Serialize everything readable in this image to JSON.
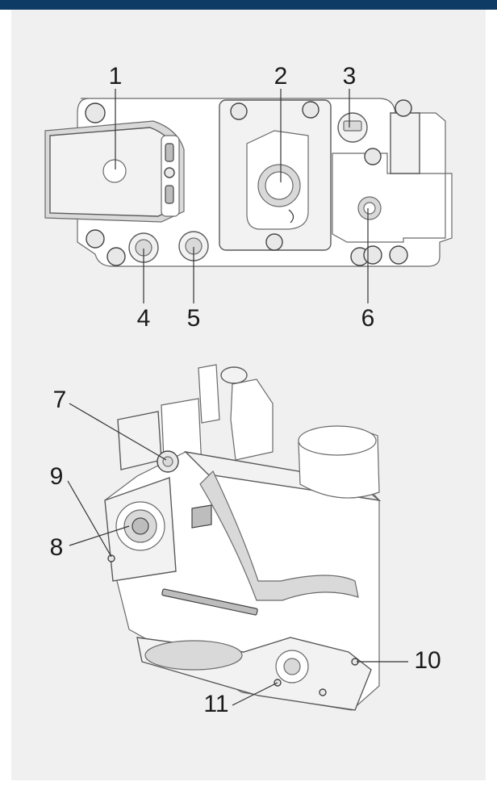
{
  "colors": {
    "top_bar": "#0d3b66",
    "panel_background": "#f0f0f0"
  },
  "labels": {
    "l1": "1",
    "l2": "2",
    "l3": "3",
    "l4": "4",
    "l5": "5",
    "l6": "6",
    "l7": "7",
    "l8": "8",
    "l9": "9",
    "l10": "10",
    "l11": "11"
  }
}
